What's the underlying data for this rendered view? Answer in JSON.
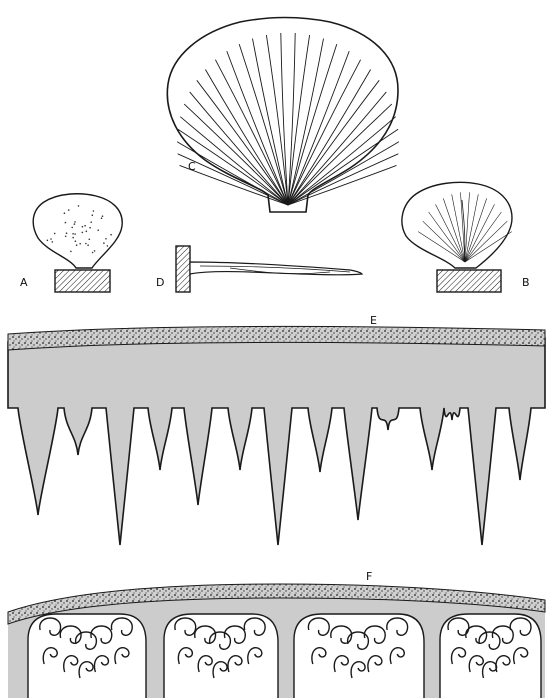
{
  "figure_labels": {
    "a": "A",
    "b": "B",
    "c": "C",
    "d": "D",
    "e": "E",
    "f": "F"
  },
  "colors": {
    "ink": "#1a1a1a",
    "wash": "#c8c8c8",
    "paper": "#ffffff"
  }
}
